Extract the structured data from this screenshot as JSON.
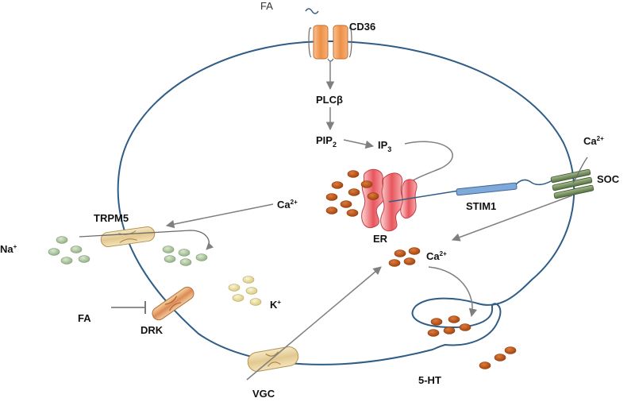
{
  "labels": {
    "fa_top": "FA",
    "cd36": "CD36",
    "plcb": "PLCβ",
    "pip": "PIP",
    "pip_sub": "2",
    "ip": "IP",
    "ip_sub": "3",
    "ca_soc": "Ca",
    "ca_soc_sup": "2+",
    "soc": "SOC",
    "stim1": "STIM1",
    "er": "ER",
    "ca_mid": "Ca",
    "ca_mid_sup": "2+",
    "trpm5": "TRPM5",
    "na": "Na",
    "na_sup": "+",
    "ca_cell": "Ca",
    "ca_cell_sup": "2+",
    "k": "K",
    "k_sup": "+",
    "fa_left": "FA",
    "drk": "DRK",
    "vgc": "VGC",
    "ht": "5-HT"
  },
  "colors": {
    "membrane": "#2f5d86",
    "arrow": "#7f7f7f",
    "ca_ion": "#b8531c",
    "na_ion": "#a9c49a",
    "k_ion": "#eadfa0",
    "cd36": "#ee8f45",
    "soc": "#6e8a57",
    "stim1": "#7fa9d8",
    "er": "#e8545c",
    "channel": "#ead6a6"
  }
}
